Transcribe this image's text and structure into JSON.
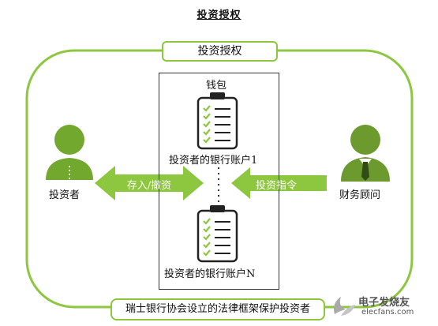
{
  "title": "投资授权",
  "frame_label": "投资授权",
  "wallet": {
    "label": "钱包",
    "account_1": "投资者的银行账户1",
    "account_n": "投资者的银行账户N"
  },
  "investor": {
    "label": "投资者"
  },
  "advisor": {
    "label": "财务顾问"
  },
  "arrows": {
    "deposit_withdraw": "存入/撤资",
    "investment_instruction": "投资指令"
  },
  "bottom_label": "瑞士银行协会设立的法律框架保护投资者",
  "watermark": {
    "brand": "电子发烧友",
    "site": "elecfans.com"
  },
  "colors": {
    "green": "#8dc63f",
    "dark_green": "#6c9a2e",
    "person_green": "#73a82f"
  }
}
